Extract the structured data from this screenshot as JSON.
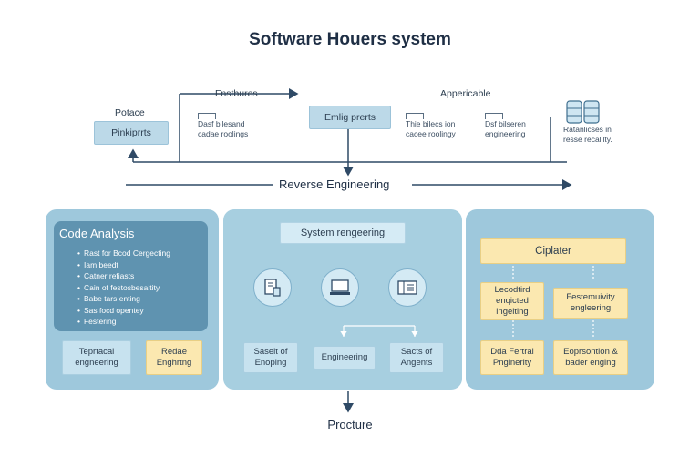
{
  "title": "Software Houers system",
  "top": {
    "features_label": "Fnstbures",
    "applicable_label": "Appericable",
    "potace_label": "Potace",
    "phak_box": "Pinkiprrts",
    "eng_box": "Emlig prerts",
    "notes": [
      {
        "line1": "Dasf bilesand",
        "line2": "cadae roolings"
      },
      {
        "line1": "Thie bilecs ion",
        "line2": "cacee roolingy"
      },
      {
        "line1": "Dsf bilseren",
        "line2": "engineering"
      },
      {
        "line1": "Ratanlicses in",
        "line2": "resse recalilty."
      }
    ]
  },
  "reverse_label": "Reverse Engineering",
  "left_panel": {
    "header": "Code Analysis",
    "bullets": [
      "Rast for Bcod Cergecting",
      "Iam beedt",
      "Catner refiasts",
      "Cain of festosbesaitity",
      "Babe tars enting",
      "Sas focd opentey",
      "Festering"
    ],
    "cell_blue": {
      "line1": "Teprtacal",
      "line2": "engneering"
    },
    "cell_yellow": {
      "line1": "Redae",
      "line2": "Enghrtng"
    }
  },
  "mid_panel": {
    "header": "System rengeering",
    "left_box": {
      "line1": "Saseit of",
      "line2": "Enoping"
    },
    "center_box": "Engineering",
    "right_box": {
      "line1": "Sacts of",
      "line2": "Angents"
    }
  },
  "right_panel": {
    "header": "Ciplater",
    "cells": [
      {
        "line1": "Lecodtird",
        "line2": "enqicted",
        "line3": "ingeiting"
      },
      {
        "line1": "Festemuivity",
        "line2": "engleering",
        "line3": ""
      },
      {
        "line1": "Dda Fertral",
        "line2": "Pnginerity",
        "line3": ""
      },
      {
        "line1": "Eoprsontion &",
        "line2": "bader enging",
        "line3": ""
      }
    ]
  },
  "bottom_label": "Procture",
  "colors": {
    "panel": "#9ec8dc",
    "inner_dark": "#5f93b0",
    "cell_yellow": "#fbe8b0",
    "cell_blue": "#c7e2ef",
    "line": "#2f4a66"
  },
  "icons": [
    "document-icon",
    "laptop-icon",
    "folder-icon",
    "database-icon"
  ]
}
